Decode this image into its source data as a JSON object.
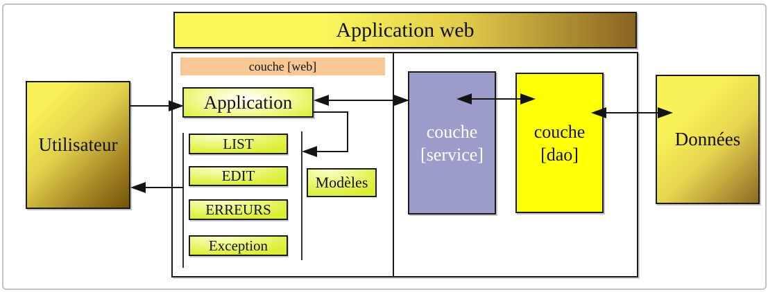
{
  "diagram": {
    "banner_title": "Application web",
    "nodes": {
      "utilisateur": {
        "label": "Utilisateur"
      },
      "couche_web": {
        "label": "couche [web]"
      },
      "application": {
        "label": "Application"
      },
      "modeles": {
        "label": "Modèles"
      },
      "couche_service": {
        "line1": "couche",
        "line2": "[service]"
      },
      "couche_dao": {
        "line1": "couche",
        "line2": "[dao]"
      },
      "donnees": {
        "label": "Données"
      }
    },
    "views": [
      "LIST",
      "EDIT",
      "ERREURS",
      "Exception"
    ],
    "arrows": [
      "utilisateur-to-application",
      "web-to-utilisateur-return",
      "application-service-bidirectional",
      "application-to-views-elbow",
      "service-dao-bidirectional",
      "dao-donnees-bidirectional"
    ]
  },
  "colors": {
    "banner_yellow": "#f9f75a",
    "banner_brown": "#8a6421",
    "peach": "#f8c894",
    "box_green": "#dcee33",
    "service_purple": "#9b9cca",
    "dao_yellow": "#ffff05",
    "gold_yellow": "#f8f157",
    "gold_brown": "#715508",
    "arrow_black": "#141414"
  }
}
